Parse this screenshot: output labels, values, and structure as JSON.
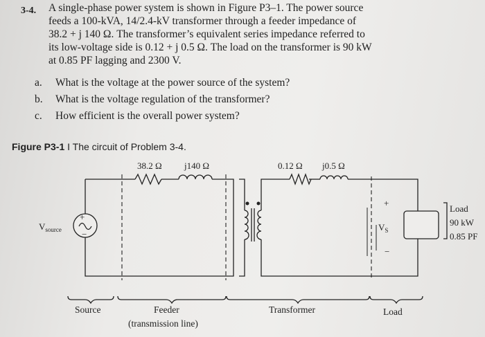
{
  "problem": {
    "number": "3-4.",
    "lines": [
      "A single-phase power system is shown in Figure P3–1. The power source",
      "feeds a 100-kVA, 14/2.4-kV transformer through a feeder impedance of",
      "38.2 + j 140 Ω. The transformer’s equivalent series impedance referred to",
      "its low-voltage side is 0.12 + j 0.5 Ω. The load on the transformer is 90 kW",
      "at 0.85 PF lagging and 2300 V."
    ],
    "questions": [
      {
        "label": "a.",
        "text": "What is the voltage at the power source of the system?"
      },
      {
        "label": "b.",
        "text": "What is the voltage regulation of the transformer?"
      },
      {
        "label": "c.",
        "text": "How efficient is the overall power system?"
      }
    ]
  },
  "figure": {
    "label": "Figure P3-1",
    "separator": "I",
    "caption": "The circuit of Problem 3-4."
  },
  "circuit": {
    "feeder_r": "38.2 Ω",
    "feeder_x": "j140 Ω",
    "xfmr_r": "0.12 Ω",
    "xfmr_x": "j0.5 Ω",
    "vsource_main": "V",
    "vsource_sub": "source",
    "vs_main": "V",
    "vs_sub": "S",
    "plus": "+",
    "minus": "−",
    "load_lines": [
      "Load",
      "90 kW",
      "0.85 PF"
    ],
    "sections": {
      "source": "Source",
      "feeder1": "Feeder",
      "feeder2": "(transmission line)",
      "transformer": "Transformer",
      "load": "Load"
    }
  }
}
